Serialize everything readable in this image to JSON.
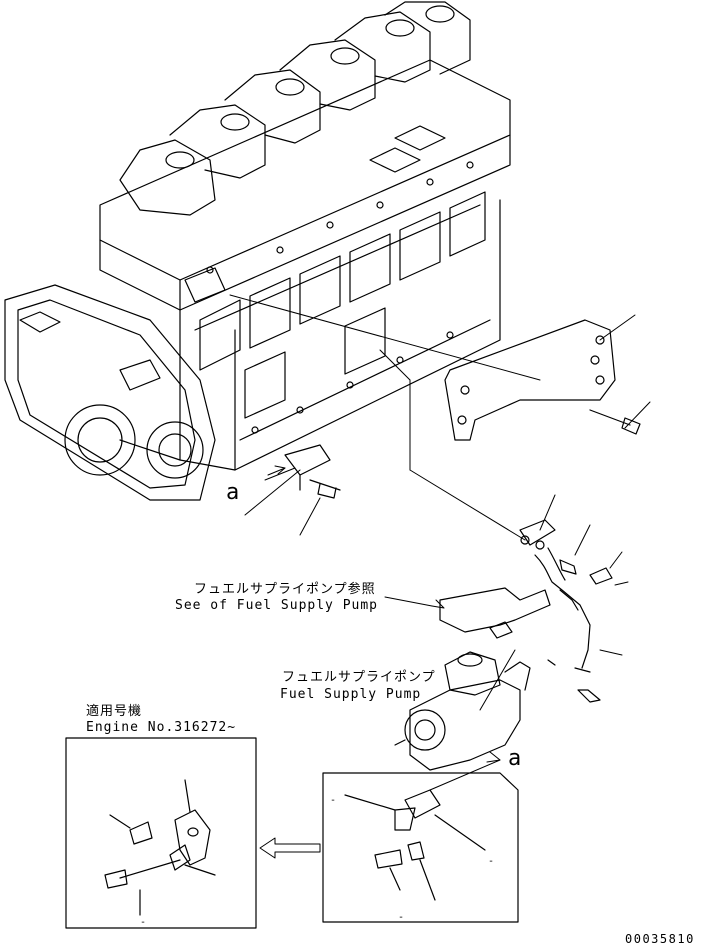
{
  "labels": {
    "see_fuel_pump_jp": "フュエルサプライポンプ参照",
    "see_fuel_pump_en": "See of Fuel Supply Pump",
    "fuel_pump_jp": "フュエルサプライポンプ",
    "fuel_pump_en": "Fuel Supply Pump",
    "applicable_jp": "適用号機",
    "applicable_en": "Engine No.316272~",
    "view_a_left": "a",
    "view_a_right": "a",
    "dash_1": "-",
    "dash_2": "-",
    "dash_3": "-",
    "dash_4": "-",
    "drawing_number": "00035810"
  }
}
